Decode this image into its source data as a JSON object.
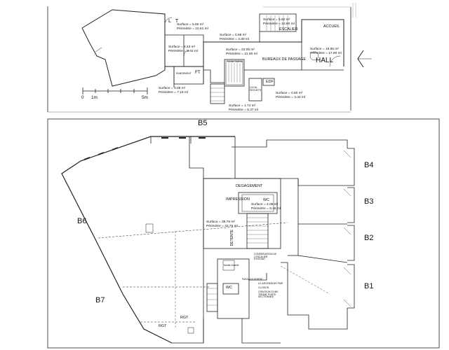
{
  "top_plan": {
    "rooms": [
      {
        "id": "r1",
        "surface": "Surface = 5.60 m²",
        "perimeter": "Périmètre = 10.61 ml"
      },
      {
        "id": "r2",
        "surface": "Surface = 0.68 m²",
        "perimeter": "Périmètre = 3.30 ml"
      },
      {
        "id": "r3",
        "surface": "Surface = 4.43 m²",
        "perimeter": "Périmètre = 8.42 ml"
      },
      {
        "id": "r4",
        "surface": "Surface = 22.05 m²",
        "perimeter": "Périmètre = 21.90 ml"
      },
      {
        "id": "r5",
        "surface": "Surface = 3.08 m²",
        "perimeter": "Périmètre = 7.15 ml"
      },
      {
        "id": "r6",
        "surface": "Surface = 1.74 m²",
        "perimeter": "Périmètre = 5.37 ml"
      },
      {
        "id": "r7",
        "surface": "Surface = 0.60 m²",
        "perimeter": "Périmètre = 3.42 ml"
      },
      {
        "id": "r8",
        "surface": "Surface = 5.62 m²",
        "perimeter": "Périmètre = 10.60 ml"
      },
      {
        "id": "r9",
        "surface": "Surface = 18.95 m²",
        "perimeter": "Périmètre = 17.90 ml"
      }
    ],
    "labels": {
      "lt": "L T",
      "escalier": "ESCALIER",
      "accueil": "ACCUEIL",
      "hall": "HALL",
      "bureaux": "BUREAUX DE PASSAGE",
      "monte": "Monte-Galerie",
      "ft": "FT",
      "edf": "EDF",
      "local": "LOCAL DECHETS",
      "rangement": "RANGEMENT"
    },
    "scale": [
      "0",
      "1m",
      "5m"
    ]
  },
  "bottom_plan": {
    "bays": [
      "B5",
      "B4",
      "B3",
      "B2",
      "B1",
      "B6",
      "B7"
    ],
    "labels": {
      "degagement": "DEGAGEMENT",
      "impression": "IMPRESSION",
      "wc1": "WC",
      "wc2": "WC",
      "detente": "DETENTE",
      "rgt1": "RGT",
      "rgt2": "RGT",
      "monte": "Monte-Galerie",
      "conservation": "CONSERVATION DE L'ESCALIER EXISTANT",
      "passage": "PASSAGE SORTIE",
      "ascenseur": "A L'ASCENSEUR PMR",
      "cloison": "CLOISON",
      "creation": "CREATION D'UNE TREMIE PORTE SECTIONNEE"
    },
    "wc_area": {
      "surface": "Surface = 4.08 m²",
      "perimeter": "Périmètre = 8.46 ml"
    },
    "big_area": {
      "surface": "Surface = 39.76 m²",
      "perimeter": "Périmètre = 42.75 ml"
    }
  }
}
